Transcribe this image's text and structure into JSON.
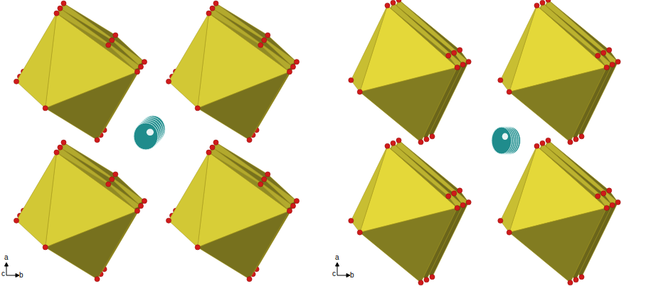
{
  "diagram": {
    "labels": [
      "a",
      "c",
      "b",
      "a",
      "c",
      "b"
    ]
  }
}
